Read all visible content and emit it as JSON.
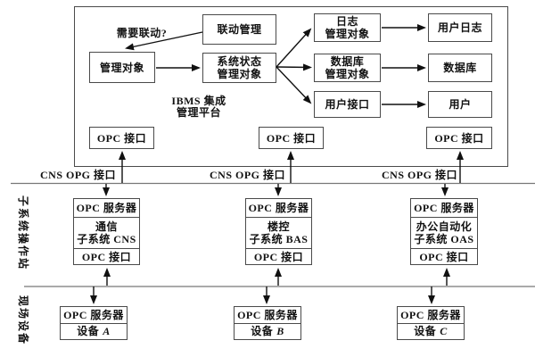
{
  "colors": {
    "ink": "#111111",
    "box_border": "#4a4a4a",
    "rail_line": "#777777"
  },
  "platform": {
    "title_line1": "IBMS 集成",
    "title_line2": "管理平台",
    "question_label": "需要联动?",
    "linkage_mgmt": "联动管理",
    "managed_object": "管理对象",
    "system_status_line1": "系统状态",
    "system_status_line2": "管理对象",
    "log_mgmt_line1": "日志",
    "log_mgmt_line2": "管理对象",
    "db_mgmt_line1": "数据库",
    "db_mgmt_line2": "管理对象",
    "user_interface": "用户接口",
    "user_log": "用户日志",
    "database": "数据库",
    "user": "用户",
    "opc_interface": "OPC 接口"
  },
  "bus": {
    "label": "CNS  OPG 接口"
  },
  "layers": {
    "subsystem_station": "子系统操作站",
    "field_device": "现场设备"
  },
  "subsystems": [
    {
      "server": "OPC 服务器",
      "name_line1": "通信",
      "name_line2": "子系统 CNS",
      "interface": "OPC 接口"
    },
    {
      "server": "OPC 服务器",
      "name_line1": "楼控",
      "name_line2": "子系统 BAS",
      "interface": "OPC 接口"
    },
    {
      "server": "OPC 服务器",
      "name_line1": "办公自动化",
      "name_line2": "子系统 OAS",
      "interface": "OPC 接口"
    }
  ],
  "devices": [
    {
      "server": "OPC 服务器",
      "label": "设备",
      "letter": "A"
    },
    {
      "server": "OPC 服务器",
      "label": "设备",
      "letter": "B"
    },
    {
      "server": "OPC 服务器",
      "label": "设备",
      "letter": "C"
    }
  ]
}
